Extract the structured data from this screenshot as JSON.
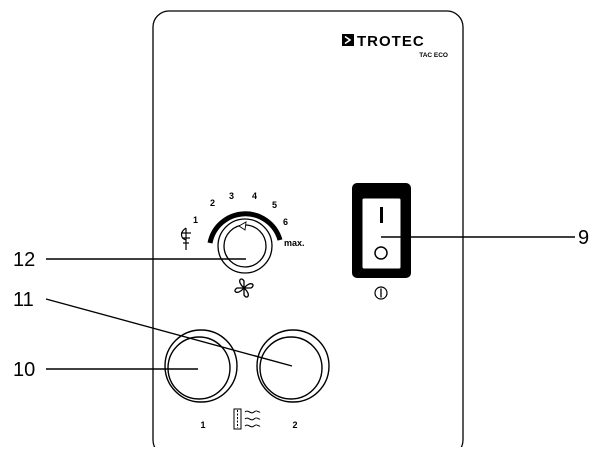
{
  "brand": {
    "name": "TROTEC",
    "model": "TAC ECO"
  },
  "fan_dial": {
    "scale": [
      "1",
      "2",
      "3",
      "4",
      "5",
      "6"
    ],
    "max_label": "max."
  },
  "buttons": {
    "left_label": "1",
    "right_label": "2"
  },
  "icons": [
    "fan-speed-icon",
    "fan-icon",
    "power-symbol-icon",
    "heating-icon"
  ],
  "callouts": {
    "c9": "9",
    "c10": "10",
    "c11": "11",
    "c12": "12"
  }
}
